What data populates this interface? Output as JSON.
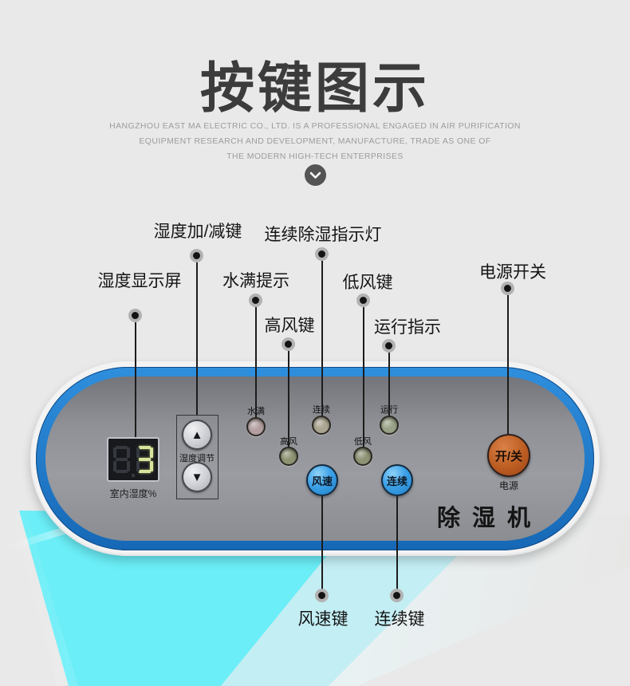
{
  "page": {
    "background": "#e9e9e9"
  },
  "header": {
    "title": "按键图示",
    "tagline_line1": "HANGZHOU EAST MA ELECTRIC CO., LTD. IS A PROFESSIONAL ENGAGED IN AIR PURIFICATION",
    "tagline_line2": "EQUIPMENT RESEARCH AND DEVELOPMENT, MANUFACTURE, TRADE AS ONE OF",
    "tagline_line3": "THE MODERN HIGH-TECH ENTERPRISES"
  },
  "callouts": [
    {
      "label": "湿度显示屏",
      "target": "humidity-display"
    },
    {
      "label": "湿度加/减键",
      "target": "humidity-adjust-buttons"
    },
    {
      "label": "水满提示",
      "target": "water-full-indicator"
    },
    {
      "label": "高风键",
      "target": "high-fan-indicator"
    },
    {
      "label": "连续除湿指示灯",
      "target": "continuous-dehumidify-indicator"
    },
    {
      "label": "低风键",
      "target": "low-fan-indicator"
    },
    {
      "label": "运行指示",
      "target": "run-indicator"
    },
    {
      "label": "电源开关",
      "target": "power-button"
    },
    {
      "label": "风速键",
      "target": "fan-speed-button"
    },
    {
      "label": "连续键",
      "target": "continuous-button"
    }
  ],
  "panel": {
    "display": {
      "caption": "室内湿度%",
      "digits": [
        {
          "glyph": "8",
          "state": "off"
        },
        {
          "glyph": "3",
          "state": "lit"
        }
      ],
      "lit_color": "#d9e49c"
    },
    "humidity_adjust": {
      "caption": "湿度调节",
      "up_icon": "▲",
      "down_icon": "▼"
    },
    "indicators": [
      {
        "label": "水满"
      },
      {
        "label": "连续"
      },
      {
        "label": "运行"
      },
      {
        "label": "高风"
      },
      {
        "label": "低风"
      }
    ],
    "buttons": {
      "fan_speed": "风速",
      "continuous": "连续",
      "power": "开/关",
      "power_caption": "电源"
    },
    "brand": "除湿机",
    "colors": {
      "ring_blue": "#1e7fd2",
      "face_gray": "#94969b",
      "power_orange": "#b85c22",
      "button_blue": "#2f97e0",
      "body_cyan": "#6beef7"
    }
  }
}
